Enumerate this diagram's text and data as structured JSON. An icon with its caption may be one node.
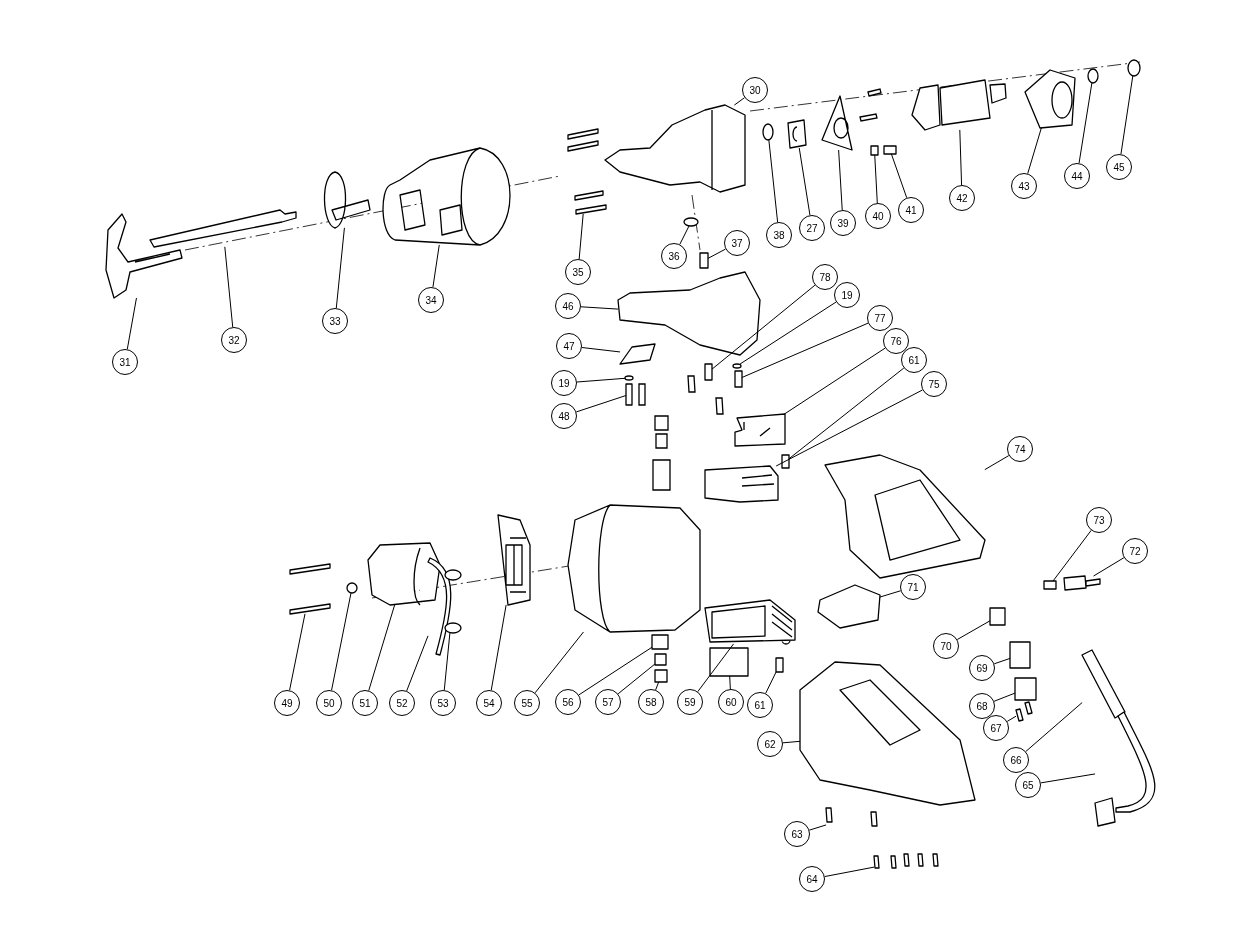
{
  "diagram": {
    "nodes": [
      {
        "text": [
          "30"
        ]
      },
      {
        "text": [
          "45"
        ]
      },
      {
        "text": [
          "44"
        ]
      },
      {
        "text": [
          "43"
        ]
      },
      {
        "text": [
          "42"
        ]
      },
      {
        "text": [
          "41"
        ]
      },
      {
        "text": [
          "40"
        ]
      },
      {
        "text": [
          "39"
        ]
      },
      {
        "text": [
          "27"
        ]
      },
      {
        "text": [
          "38"
        ]
      },
      {
        "text": [
          "37"
        ]
      },
      {
        "text": [
          "36"
        ]
      },
      {
        "text": [
          "35"
        ]
      },
      {
        "text": [
          "34"
        ]
      },
      {
        "text": [
          "33"
        ]
      },
      {
        "text": [
          "32"
        ]
      },
      {
        "text": [
          "31"
        ]
      },
      {
        "text": [
          "78"
        ]
      },
      {
        "text": [
          "19"
        ]
      },
      {
        "text": [
          "77"
        ]
      },
      {
        "text": [
          "76"
        ]
      },
      {
        "text": [
          "61"
        ]
      },
      {
        "text": [
          "75"
        ]
      },
      {
        "text": [
          "46"
        ]
      },
      {
        "text": [
          "47"
        ]
      },
      {
        "text": [
          "19"
        ]
      },
      {
        "text": [
          "48"
        ]
      },
      {
        "text": [
          "74"
        ]
      },
      {
        "text": [
          "73"
        ]
      },
      {
        "text": [
          "72"
        ]
      },
      {
        "text": [
          "71"
        ]
      },
      {
        "text": [
          "70"
        ]
      },
      {
        "text": [
          "69"
        ]
      },
      {
        "text": [
          "68"
        ]
      },
      {
        "text": [
          "67"
        ]
      },
      {
        "text": [
          "66"
        ]
      },
      {
        "text": [
          "65"
        ]
      },
      {
        "text": [
          "62"
        ]
      },
      {
        "text": [
          "63"
        ]
      },
      {
        "text": [
          "64"
        ]
      },
      {
        "text": [
          "49"
        ]
      },
      {
        "text": [
          "50"
        ]
      },
      {
        "text": [
          "51"
        ]
      },
      {
        "text": [
          "52"
        ]
      },
      {
        "text": [
          "53"
        ]
      },
      {
        "text": [
          "54"
        ]
      },
      {
        "text": [
          "55"
        ]
      },
      {
        "text": [
          "56"
        ]
      },
      {
        "text": [
          "57"
        ]
      },
      {
        "text": [
          "58"
        ]
      },
      {
        "text": [
          "59"
        ]
      },
      {
        "text": [
          "60"
        ]
      },
      {
        "text": [
          "61"
        ]
      },
      {
        "text": [],
        "shape": "picture"
      },
      {
        "text": [],
        "shape": "circle"
      },
      {
        "text": [],
        "shape": "circle"
      },
      {
        "text": [],
        "shape": "picture"
      },
      {
        "text": [],
        "shape": "picture"
      },
      {
        "text": [],
        "shape": "box"
      },
      {
        "text": [],
        "shape": "box"
      },
      {
        "text": [],
        "shape": "picture"
      },
      {
        "text": [],
        "shape": "picture"
      },
      {
        "text": [],
        "shape": "circle"
      },
      {
        "text": [],
        "shape": "box"
      },
      {
        "text": [],
        "shape": "circle"
      },
      {
        "text": [],
        "shape": "picture"
      },
      {
        "text": [],
        "shape": "picture"
      },
      {
        "text": [],
        "shape": "picture"
      },
      {
        "text": [],
        "shape": "picture"
      },
      {
        "text": [],
        "shape": "picture"
      },
      {
        "text": [],
        "shape": "box"
      },
      {
        "text": [],
        "shape": "circle"
      },
      {
        "text": [],
        "shape": "box"
      },
      {
        "text": [],
        "shape": "picture"
      },
      {
        "text": [],
        "shape": "box"
      },
      {
        "text": [],
        "shape": "picture"
      },
      {
        "text": [],
        "shape": "picture"
      },
      {
        "text": [],
        "shape": "picture"
      },
      {
        "text": [],
        "shape": "circle"
      },
      {
        "text": [],
        "shape": "box"
      },
      {
        "text": [],
        "shape": "picture"
      },
      {
        "text": [],
        "shape": "box"
      },
      {
        "text": [],
        "shape": "picture"
      },
      {
        "text": [],
        "shape": "picture"
      },
      {
        "text": [],
        "shape": "box"
      },
      {
        "text": [],
        "shape": "box"
      },
      {
        "text": [],
        "shape": "box"
      },
      {
        "text": [],
        "shape": "picture"
      },
      {
        "text": [],
        "shape": "picture"
      },
      {
        "text": [],
        "shape": "picture"
      },
      {
        "text": [],
        "shape": "picture"
      },
      {
        "text": [],
        "shape": "picture"
      },
      {
        "text": [],
        "shape": "picture"
      },
      {
        "text": [],
        "shape": "picture"
      },
      {
        "text": [],
        "shape": "circle"
      },
      {
        "text": [],
        "shape": "picture"
      },
      {
        "text": [],
        "shape": "picture"
      },
      {
        "text": [],
        "shape": "picture"
      },
      {
        "text": [],
        "shape": "picture"
      },
      {
        "text": [],
        "shape": "picture"
      },
      {
        "text": [],
        "shape": "box"
      },
      {
        "text": [],
        "shape": "box"
      },
      {
        "text": [],
        "shape": "box"
      },
      {
        "text": [],
        "shape": "picture"
      },
      {
        "text": [],
        "shape": "box"
      },
      {
        "text": [],
        "shape": "box"
      }
    ],
    "edges": [
      {
        "from": 0,
        "to": 53,
        "arrow": "none"
      },
      {
        "from": 1,
        "to": 54,
        "arrow": "none"
      },
      {
        "from": 2,
        "to": 55,
        "arrow": "none"
      },
      {
        "from": 3,
        "to": 56,
        "arrow": "none"
      },
      {
        "from": 4,
        "to": 57,
        "arrow": "none"
      },
      {
        "from": 5,
        "to": 58,
        "arrow": "none"
      },
      {
        "from": 6,
        "to": 59,
        "arrow": "none"
      },
      {
        "from": 7,
        "to": 60,
        "arrow": "none"
      },
      {
        "from": 8,
        "to": 61,
        "arrow": "none"
      },
      {
        "from": 9,
        "to": 62,
        "arrow": "none"
      },
      {
        "from": 10,
        "to": 63,
        "arrow": "none"
      },
      {
        "from": 11,
        "to": 64,
        "arrow": "none"
      },
      {
        "from": 12,
        "to": 65,
        "arrow": "none"
      },
      {
        "from": 13,
        "to": 66,
        "arrow": "none"
      },
      {
        "from": 14,
        "to": 67,
        "arrow": "none"
      },
      {
        "from": 15,
        "to": 68,
        "arrow": "none"
      },
      {
        "from": 16,
        "to": 69,
        "arrow": "none"
      },
      {
        "from": 17,
        "to": 70,
        "arrow": "none"
      },
      {
        "from": 18,
        "to": 71,
        "arrow": "none"
      },
      {
        "from": 19,
        "to": 72,
        "arrow": "none"
      },
      {
        "from": 20,
        "to": 73,
        "arrow": "none"
      },
      {
        "from": 21,
        "to": 74,
        "arrow": "none"
      },
      {
        "from": 22,
        "to": 75,
        "arrow": "none"
      },
      {
        "from": 23,
        "to": 76,
        "arrow": "none"
      },
      {
        "from": 24,
        "to": 77,
        "arrow": "none"
      },
      {
        "from": 25,
        "to": 78,
        "arrow": "none"
      },
      {
        "from": 26,
        "to": 79,
        "arrow": "none"
      },
      {
        "from": 27,
        "to": 80,
        "arrow": "none"
      },
      {
        "from": 28,
        "to": 81,
        "arrow": "none"
      },
      {
        "from": 29,
        "to": 82,
        "arrow": "none"
      },
      {
        "from": 30,
        "to": 83,
        "arrow": "none"
      },
      {
        "from": 31,
        "to": 84,
        "arrow": "none"
      },
      {
        "from": 32,
        "to": 85,
        "arrow": "none"
      },
      {
        "from": 33,
        "to": 86,
        "arrow": "none"
      },
      {
        "from": 34,
        "to": 87,
        "arrow": "none"
      },
      {
        "from": 35,
        "to": 88,
        "arrow": "none"
      },
      {
        "from": 36,
        "to": 89,
        "arrow": "none"
      },
      {
        "from": 37,
        "to": 90,
        "arrow": "none"
      },
      {
        "from": 38,
        "to": 91,
        "arrow": "none"
      },
      {
        "from": 39,
        "to": 92,
        "arrow": "none"
      },
      {
        "from": 40,
        "to": 93,
        "arrow": "none"
      },
      {
        "from": 41,
        "to": 94,
        "arrow": "none"
      },
      {
        "from": 42,
        "to": 95,
        "arrow": "none"
      },
      {
        "from": 43,
        "to": 96,
        "arrow": "none"
      },
      {
        "from": 44,
        "to": 97,
        "arrow": "none"
      },
      {
        "from": 45,
        "to": 98,
        "arrow": "none"
      },
      {
        "from": 46,
        "to": 99,
        "arrow": "none"
      },
      {
        "from": 47,
        "to": 100,
        "arrow": "none"
      },
      {
        "from": 48,
        "to": 101,
        "arrow": "none"
      },
      {
        "from": 49,
        "to": 102,
        "arrow": "none"
      },
      {
        "from": 50,
        "to": 103,
        "arrow": "none"
      },
      {
        "from": 51,
        "to": 104,
        "arrow": "none"
      },
      {
        "from": 52,
        "to": 105,
        "arrow": "none"
      }
    ]
  }
}
